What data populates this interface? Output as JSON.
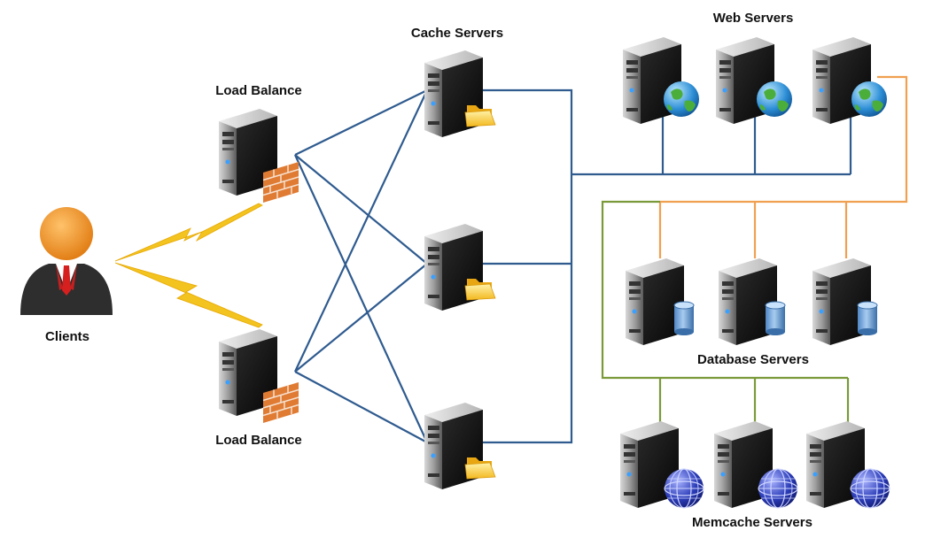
{
  "labels": {
    "clients": "Clients",
    "load_balance_top": "Load Balance",
    "load_balance_bottom": "Load Balance",
    "cache_servers": "Cache Servers",
    "web_servers": "Web Servers",
    "database_servers": "Database Servers",
    "memcache_servers": "Memcache Servers"
  },
  "colors": {
    "link_blue": "#2f5b8f",
    "link_orange": "#f0a050",
    "link_green": "#7a9a3a",
    "lightning": "#f3c320"
  },
  "icons": {
    "client": "user-icon",
    "load_balancer": "firewall-server-icon",
    "cache_server": "folder-server-icon",
    "web_server": "globe-server-icon",
    "database_server": "database-server-icon",
    "memcache_server": "network-globe-server-icon"
  }
}
